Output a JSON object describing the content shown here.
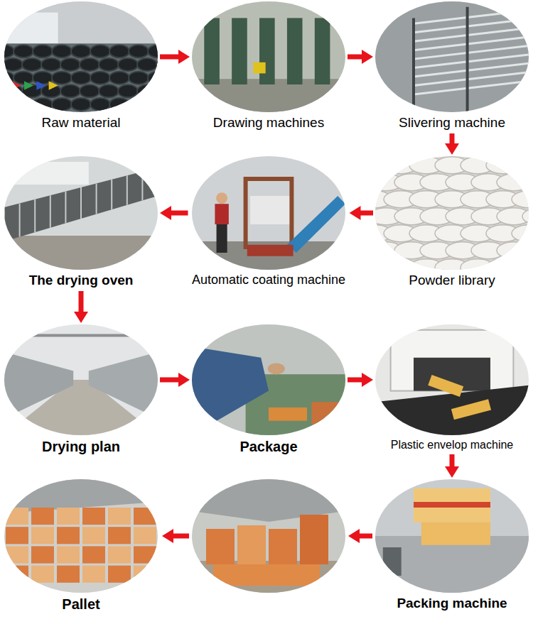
{
  "diagram": {
    "nodes": [
      {
        "text": [
          "Raw material"
        ]
      },
      {
        "text": [
          "Drawing machines"
        ]
      },
      {
        "text": [
          "Slivering machine"
        ]
      },
      {
        "text": [
          "Powder library"
        ]
      },
      {
        "text": [
          "Automatic coating machine"
        ]
      },
      {
        "text": [
          "The drying oven"
        ]
      },
      {
        "text": [
          "Drying plan"
        ]
      },
      {
        "text": [
          "Package"
        ]
      },
      {
        "text": [
          "Plastic envelop machine"
        ]
      },
      {
        "text": [
          "Packing machine"
        ]
      },
      {
        "text": [
          "Pallet"
        ]
      }
    ],
    "edges": [
      {
        "from": 0,
        "to": 1,
        "arrow": "to"
      },
      {
        "from": 1,
        "to": 2,
        "arrow": "to"
      },
      {
        "from": 2,
        "to": 3,
        "arrow": "to"
      },
      {
        "from": 3,
        "to": 4,
        "arrow": "to"
      },
      {
        "from": 4,
        "to": 5,
        "arrow": "to"
      },
      {
        "from": 5,
        "to": 6,
        "arrow": "to"
      },
      {
        "from": 6,
        "to": 7,
        "arrow": "to"
      },
      {
        "from": 7,
        "to": 8,
        "arrow": "to"
      },
      {
        "from": 8,
        "to": 9,
        "arrow": "to"
      }
    ]
  }
}
